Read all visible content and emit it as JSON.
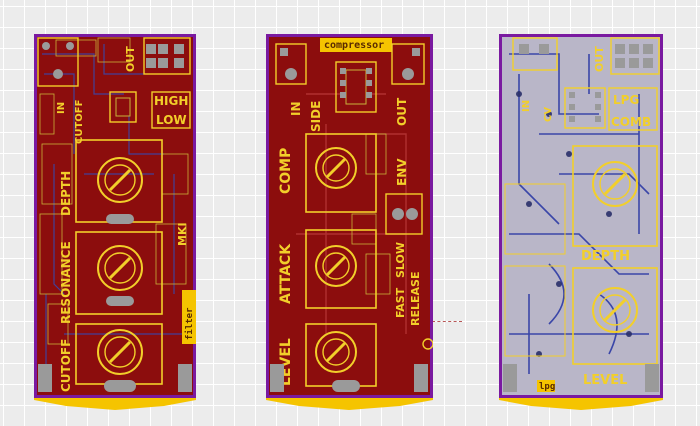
{
  "colors": {
    "background": "#ececec",
    "grid": "#ffffff",
    "outline": "#7a1aa0",
    "copper_top": "#8c0d0d",
    "copper_bottom": "#3a46a8",
    "silkscreen": "#f2cf2a",
    "pad": "#9a9a9a",
    "edge_strip": "#f5c400"
  },
  "boards": [
    {
      "id": "filter",
      "layer_view": "top",
      "labels": {
        "out": "OUT",
        "in": "IN",
        "cutoff_top": "CUTOFF",
        "high": "HIGH",
        "low": "LOW",
        "depth": "DEPTH",
        "mk1": "MKI",
        "resonance": "RESONANCE",
        "cutoff": "CUTOFF",
        "name": "filter"
      }
    },
    {
      "id": "compressor",
      "layer_view": "top",
      "labels": {
        "name": "compressor",
        "in": "IN",
        "side": "SIDE",
        "out": "OUT",
        "comp": "COMP",
        "env": "ENV",
        "fast": "FAST",
        "slow": "SLOW",
        "release": "RELEASE",
        "attack": "ATTACK",
        "level": "LEVEL"
      }
    },
    {
      "id": "lpg",
      "layer_view": "bottom",
      "labels": {
        "out": "OUT",
        "in": "IN",
        "cv": "CV",
        "lpg": "LPG",
        "comb": "COMB",
        "depth": "DEPTH",
        "level": "LEVEL",
        "name": "lpg"
      }
    }
  ]
}
